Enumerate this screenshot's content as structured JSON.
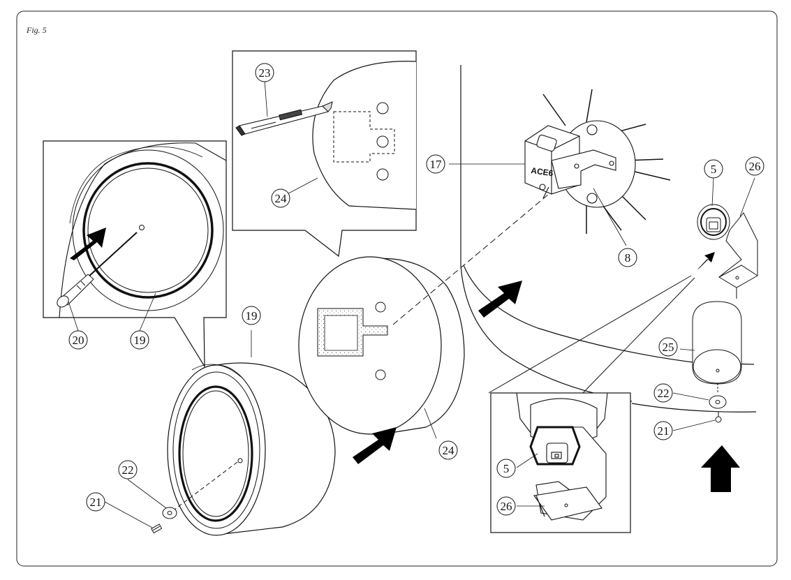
{
  "figure": {
    "label": "Fig. 5",
    "brand_text": "ACE6"
  },
  "callouts": [
    {
      "id": "c23",
      "text": "23"
    },
    {
      "id": "c24-top",
      "text": "24"
    },
    {
      "id": "c20",
      "text": "20"
    },
    {
      "id": "c19-inset",
      "text": "19"
    },
    {
      "id": "c19",
      "text": "19"
    },
    {
      "id": "c22-left",
      "text": "22"
    },
    {
      "id": "c21-left",
      "text": "21"
    },
    {
      "id": "c24",
      "text": "24"
    },
    {
      "id": "c17",
      "text": "17"
    },
    {
      "id": "c8",
      "text": "8"
    },
    {
      "id": "c5-top",
      "text": "5"
    },
    {
      "id": "c26-top",
      "text": "26"
    },
    {
      "id": "c25",
      "text": "25"
    },
    {
      "id": "c22-right",
      "text": "22"
    },
    {
      "id": "c21-right",
      "text": "21"
    },
    {
      "id": "c5-inset",
      "text": "5"
    },
    {
      "id": "c26-inset",
      "text": "26"
    }
  ]
}
